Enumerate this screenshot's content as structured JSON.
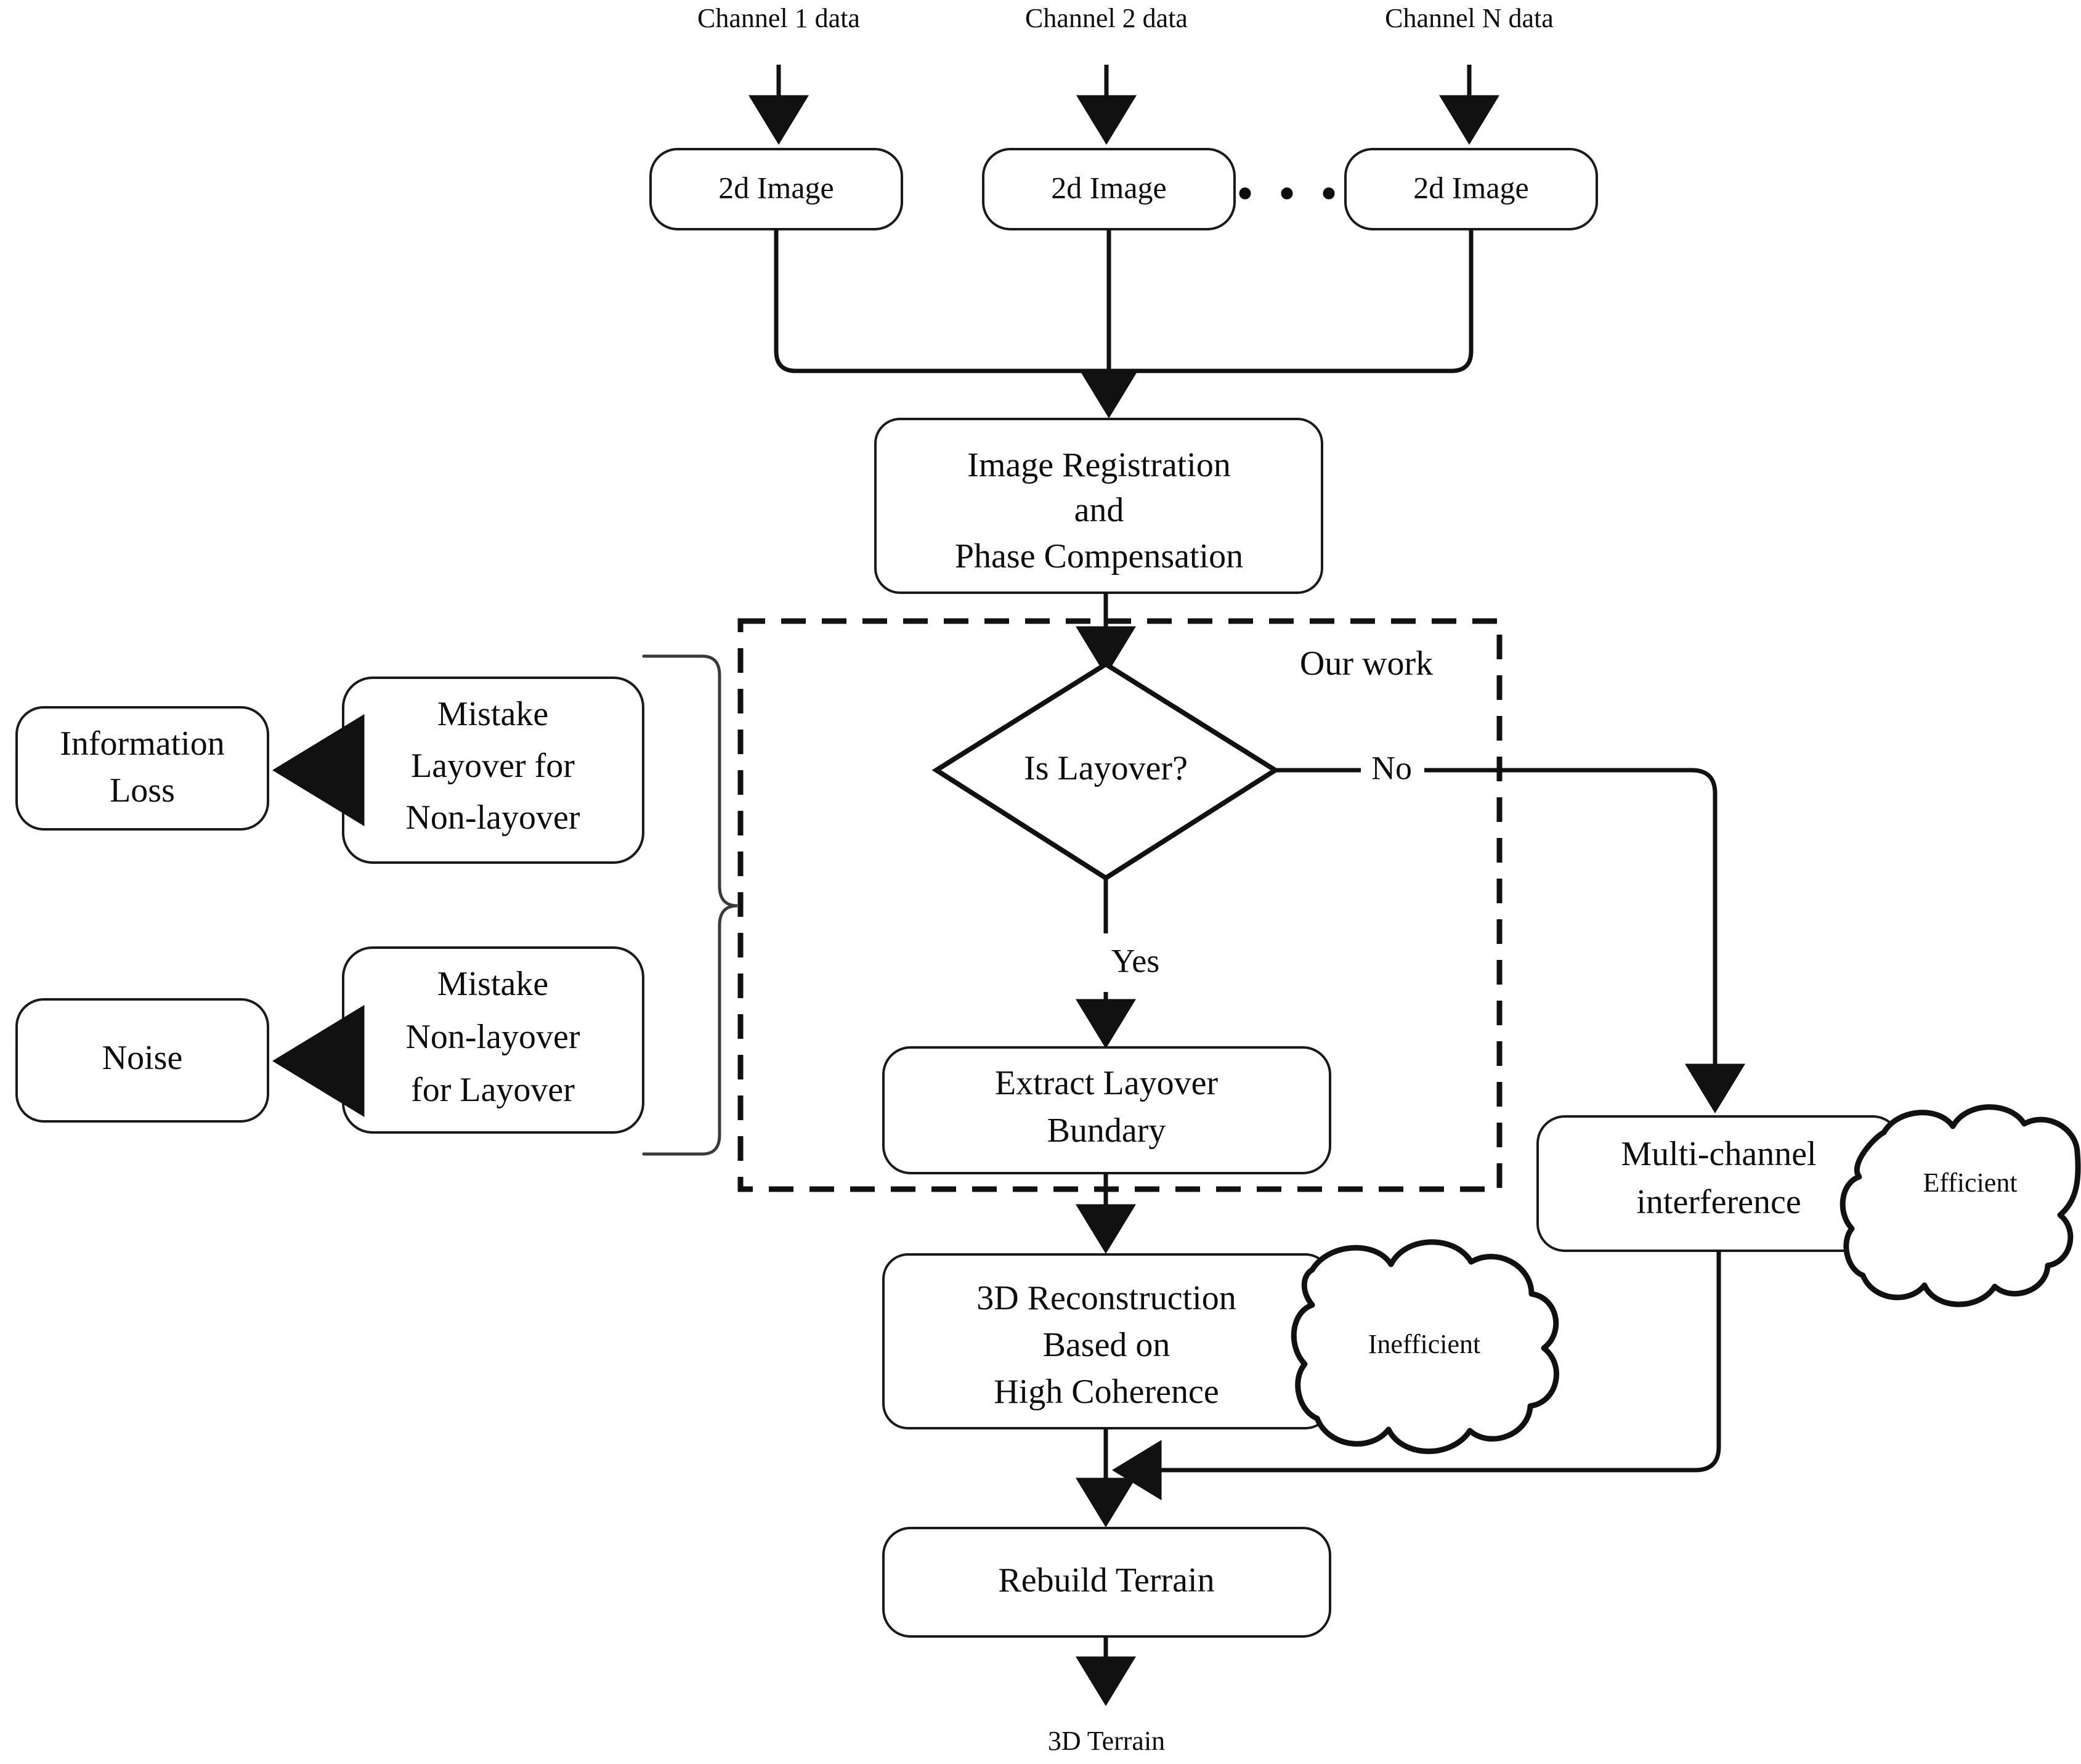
{
  "diagram": {
    "title": "SAR multi-channel 3D terrain reconstruction flowchart",
    "inputs": [
      {
        "caption": "Channel 1 data",
        "node": "2d Image"
      },
      {
        "caption": "Channel 2 data",
        "node": "2d Image"
      },
      {
        "caption": "Channel N data",
        "node": "2d Image"
      }
    ],
    "ellipsis": "• • •",
    "nodes": {
      "registration": "Image Registration\nand\nPhase Compensation",
      "registration_line1": "Image Registration",
      "registration_line2": "and",
      "registration_line3": "Phase Compensation",
      "decision": "Is Layover?",
      "extract_line1": "Extract Layover",
      "extract_line2": "Bundary",
      "recon_line1": "3D Reconstruction",
      "recon_line2": "Based on",
      "recon_line3": "High Coherence",
      "multichannel_line1": "Multi-channel",
      "multichannel_line2": "interference",
      "rebuild": "Rebuild Terrain",
      "mistake_layover_line1": "Mistake",
      "mistake_layover_line2": "Layover for",
      "mistake_layover_line3": "Non-layover",
      "mistake_nonlayover_line1": "Mistake",
      "mistake_nonlayover_line2": "Non-layover",
      "mistake_nonlayover_line3": "for Layover",
      "information_loss_line1": "Information",
      "information_loss_line2": "Loss",
      "noise": "Noise"
    },
    "edge_labels": {
      "yes": "Yes",
      "no": "No"
    },
    "annotations": {
      "our_work": "Our work",
      "inefficient": "Inefficient",
      "efficient": "Efficient"
    },
    "output": "3D Terrain",
    "colors": {
      "stroke": "#111111",
      "node_stroke": "#1a1a1a",
      "background": "#ffffff",
      "text": "#0d0d0d"
    }
  }
}
